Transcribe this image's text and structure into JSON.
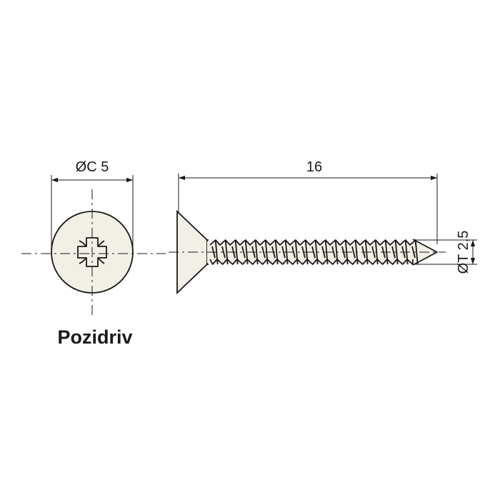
{
  "diagram": {
    "head_diameter_label": "ØC 5",
    "length_label": "16",
    "thread_diameter_label": "ØT 2,5",
    "drive_type_label": "Pozidriv"
  },
  "colors": {
    "line": "#1a1a1a",
    "fill": "#f2efe7"
  }
}
